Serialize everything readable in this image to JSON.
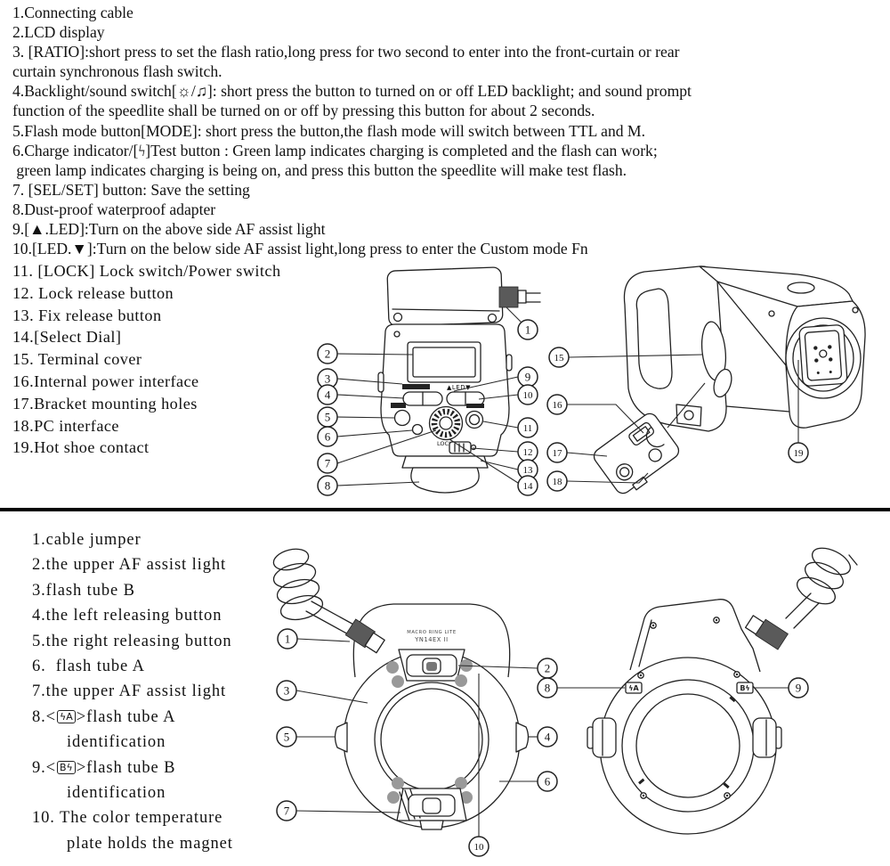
{
  "top_section": {
    "lines_a": [
      "1.Connecting cable",
      "2.LCD display",
      "3. [RATIO]:short press to set the flash ratio,long press for two second to enter into the front-curtain or rear",
      "curtain synchronous flash switch.",
      "4.Backlight/sound switch[☼/♫]: short press the button to turned on or off LED backlight; and sound prompt",
      "function of the speedlite shall be turned on or off by pressing this button for about 2 seconds.",
      "5.Flash mode button[MODE]: short press the button,the flash mode will switch between TTL and M.",
      "6.Charge indicator/[ϟ]Test button : Green lamp indicates charging is completed and the flash can work;",
      " green lamp indicates charging is being on, and press this button the speedlite will make test flash.",
      "7. [SEL/SET] button: Save the setting",
      "8.Dust-proof waterproof adapter",
      "9.[▲.LED]:Turn on the above side AF assist light",
      "10.[LED.▼]:Turn on the below side AF assist light,long press to enter the Custom mode Fn"
    ],
    "lines_b": [
      "11. [LOCK] Lock switch/Power switch",
      "12. Lock release button",
      "13. Fix release button",
      "14.[Select Dial]",
      "15. Terminal cover",
      "16.Internal power interface",
      "17.Bracket mounting holes",
      "18.PC interface",
      "19.Hot shoe contact"
    ]
  },
  "top_diagram": {
    "callouts": [
      "1",
      "2",
      "3",
      "4",
      "5",
      "6",
      "7",
      "8",
      "9",
      "10",
      "11",
      "12",
      "13",
      "14",
      "15",
      "16",
      "17",
      "18",
      "19"
    ],
    "led_label": "▲LED▼",
    "lock_label": "LOCK"
  },
  "bottom_section": {
    "items": [
      "1.cable jumper",
      "2.the upper AF assist light",
      "3.flash tube B",
      "4.the left releasing button",
      "5.the right releasing button",
      "6.  flash tube A",
      "7.the upper AF assist light"
    ],
    "item8": {
      "prefix": "8.<",
      "badge": "ϟA",
      "suffix": ">flash tube A",
      "cont": "identification"
    },
    "item9": {
      "prefix": "9.<",
      "badge": "Bϟ",
      "suffix": ">flash tube B",
      "cont": "identification"
    },
    "item10": {
      "line1": "10. The color temperature",
      "line2": "plate holds the magnet"
    }
  },
  "bottom_diagram": {
    "callouts": [
      "1",
      "2",
      "3",
      "4",
      "5",
      "6",
      "7",
      "8",
      "9",
      "10"
    ],
    "ring_title": "MACRO RING LITE",
    "ring_model": "YN14EX II",
    "mark_a": "ϟA",
    "mark_b": "Bϟ"
  }
}
